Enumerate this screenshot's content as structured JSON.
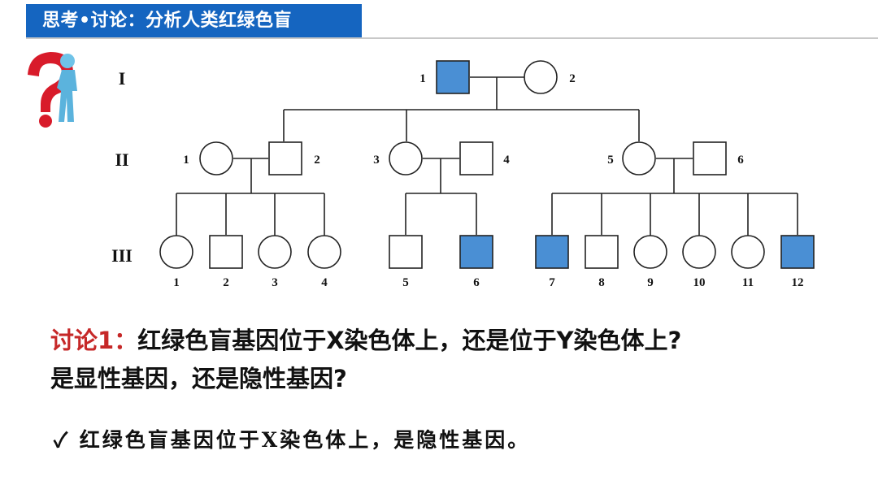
{
  "header": {
    "title": "思考•讨论：分析人类红绿色盲"
  },
  "pedigree": {
    "affected_color": "#4a8fd4",
    "generations": [
      "I",
      "II",
      "III"
    ],
    "individuals": {
      "I1": {
        "label": "1",
        "sex": "male",
        "affected": true
      },
      "I2": {
        "label": "2",
        "sex": "female",
        "affected": false
      },
      "II1": {
        "label": "1",
        "sex": "female",
        "affected": false
      },
      "II2": {
        "label": "2",
        "sex": "male",
        "affected": false
      },
      "II3": {
        "label": "3",
        "sex": "female",
        "affected": false
      },
      "II4": {
        "label": "4",
        "sex": "male",
        "affected": false
      },
      "II5": {
        "label": "5",
        "sex": "female",
        "affected": false
      },
      "II6": {
        "label": "6",
        "sex": "male",
        "affected": false
      },
      "III1": {
        "label": "1",
        "sex": "female",
        "affected": false
      },
      "III2": {
        "label": "2",
        "sex": "male",
        "affected": false
      },
      "III3": {
        "label": "3",
        "sex": "female",
        "affected": false
      },
      "III4": {
        "label": "4",
        "sex": "female",
        "affected": false
      },
      "III5": {
        "label": "5",
        "sex": "male",
        "affected": false
      },
      "III6": {
        "label": "6",
        "sex": "male",
        "affected": true
      },
      "III7": {
        "label": "7",
        "sex": "male",
        "affected": true
      },
      "III8": {
        "label": "8",
        "sex": "male",
        "affected": false
      },
      "III9": {
        "label": "9",
        "sex": "female",
        "affected": false
      },
      "III10": {
        "label": "10",
        "sex": "female",
        "affected": false
      },
      "III11": {
        "label": "11",
        "sex": "female",
        "affected": false
      },
      "III12": {
        "label": "12",
        "sex": "male",
        "affected": true
      }
    }
  },
  "discussion": {
    "tag": "讨论1：",
    "line1": "红绿色盲基因位于X染色体上，还是位于Y染色体上?",
    "line2": "是显性基因，还是隐性基因?"
  },
  "answer": {
    "check": "✓",
    "text": "红绿色盲基因位于X染色体上，是隐性基因。"
  }
}
